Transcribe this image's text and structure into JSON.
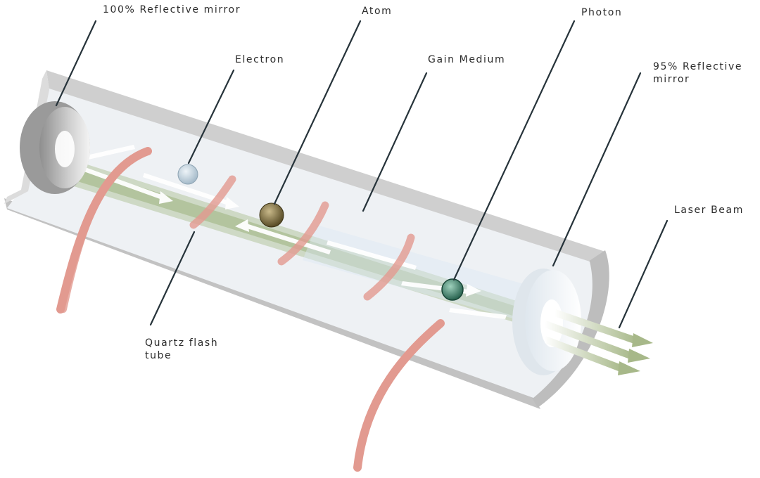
{
  "labels": {
    "mirror_100": "100% Reflective mirror",
    "atom": "Atom",
    "photon": "Photon",
    "electron": "Electron",
    "gain_medium": "Gain Medium",
    "mirror_95_line1": "95% Reflective",
    "mirror_95_line2": "mirror",
    "laser_beam": "Laser Beam",
    "quartz_line1": "Quartz flash",
    "quartz_line2": "tube"
  },
  "colors": {
    "tube_shell": "#d4d4d4",
    "tube_interior": "#eef1f4",
    "gain_medium": "#93ab6e",
    "flash_tube": "#e29a90",
    "electron": "#b9ccd8",
    "atom": "#6d5d2e",
    "photon": "#2f6f5a",
    "leader_line": "#26333a"
  }
}
